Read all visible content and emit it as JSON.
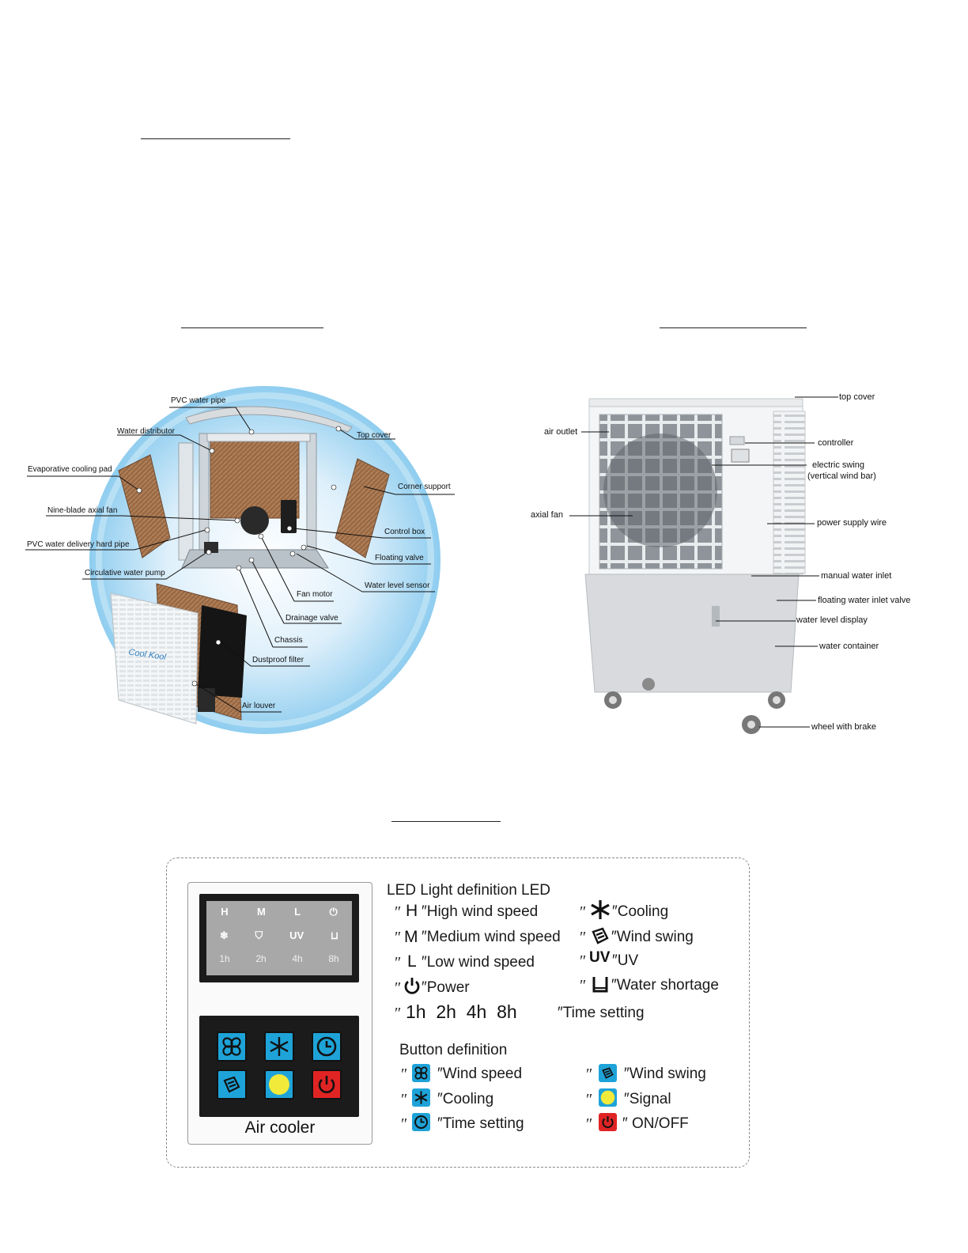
{
  "exploded_view": {
    "labels": {
      "pvc_water_pipe": "PVC water pipe",
      "water_distributor": "Water distributor",
      "top_cover": "Top cover",
      "evaporative_cooling_pad": "Evaporative cooling pad",
      "corner_support": "Corner support",
      "nine_blade_axial_fan": "Nine-blade axial fan",
      "control_box": "Control box",
      "pvc_water_delivery_hard_pipe": "PVC water delivery hard pipe",
      "floating_valve": "Floating valve",
      "circulative_water_pump": "Circulative water pump",
      "water_level_sensor": "Water level sensor",
      "fan_motor": "Fan motor",
      "drainage_valve": "Drainage valve",
      "chassis": "Chassis",
      "dustproof_filter": "Dustproof filter",
      "air_louver": "Air louver"
    },
    "brand_logo_text": "Cool Kool"
  },
  "product_view": {
    "labels": {
      "top_cover": "top cover",
      "air_outlet": "air outlet",
      "controller": "controller",
      "electric_swing": "electric swing",
      "electric_swing_sub": "(vertical wind bar)",
      "axial_fan": "axial  fan",
      "power_supply_wire": "power supply wire",
      "manual_water_inlet": "manual water inlet",
      "floating_water_inlet_valve": "floating water inlet valve",
      "water_level_display": "water level display",
      "water_container": "water container",
      "wheel_with_brake": "wheel with brake"
    }
  },
  "control_panel": {
    "led_display": {
      "row1": [
        "H",
        "M",
        "L",
        "⏻"
      ],
      "row2": [
        "❄",
        "⛉",
        "UV",
        "⊔"
      ],
      "row3": [
        "1h",
        "2h",
        "4h",
        "8h"
      ]
    },
    "device_name": "Air cooler",
    "led_heading": "LED Light definition LED",
    "led_defs": {
      "h_glyph": "H",
      "h_text": "High wind speed",
      "m_glyph": "M",
      "m_text": "Medium wind speed",
      "l_glyph": "L",
      "l_text": "Low wind speed",
      "power_text": "Power",
      "time_glyphs": "1h  2h  4h  8h",
      "time_text": "Time setting",
      "cooling_text": "Cooling",
      "swing_text": "Wind swing",
      "uv_glyph": "UV",
      "uv_text": "UV",
      "water_text": "Water shortage"
    },
    "button_heading": "Button definition",
    "button_defs": {
      "wind_speed": "Wind speed",
      "cooling": "Cooling",
      "time_setting": "Time setting",
      "wind_swing": "Wind swing",
      "signal": "Signal",
      "on_off": " ON/OFF"
    },
    "colors": {
      "button_blue": "#1ea3d8",
      "signal_yellow": "#f2ea3a",
      "power_red": "#e02424",
      "panel_dark": "#1b1b1b",
      "display_grey": "#a8a8a8"
    }
  }
}
